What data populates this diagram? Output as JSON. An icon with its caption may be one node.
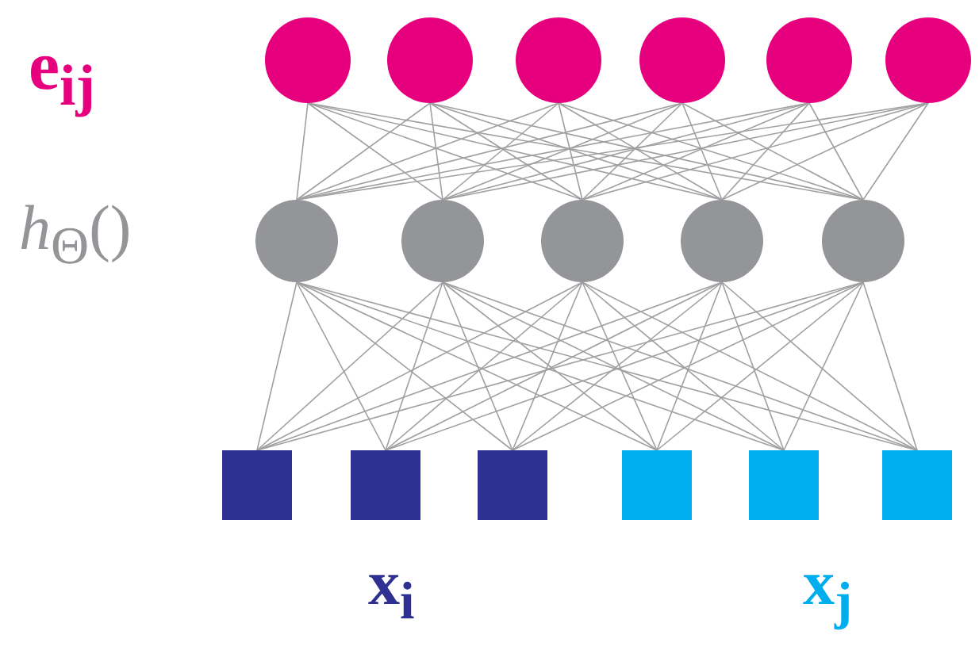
{
  "diagram": {
    "nodes": [
      {
        "text": [],
        "shape": "circle"
      },
      {
        "text": [],
        "shape": "circle"
      },
      {
        "text": [],
        "shape": "circle"
      },
      {
        "text": [],
        "shape": "circle"
      },
      {
        "text": [],
        "shape": "circle"
      },
      {
        "text": [],
        "shape": "circle"
      },
      {
        "text": [],
        "shape": "circle"
      },
      {
        "text": [],
        "shape": "circle"
      },
      {
        "text": [],
        "shape": "circle"
      },
      {
        "text": [],
        "shape": "circle"
      },
      {
        "text": [],
        "shape": "circle"
      },
      {
        "text": [],
        "shape": "box"
      },
      {
        "text": [],
        "shape": "box"
      },
      {
        "text": [],
        "shape": "box"
      },
      {
        "text": [],
        "shape": "box"
      },
      {
        "text": [],
        "shape": "box"
      },
      {
        "text": [],
        "shape": "box"
      }
    ],
    "edges": [
      {
        "from": 6,
        "to": 0,
        "arrow": "none"
      },
      {
        "from": 6,
        "to": 1,
        "arrow": "none"
      },
      {
        "from": 6,
        "to": 2,
        "arrow": "none"
      },
      {
        "from": 6,
        "to": 3,
        "arrow": "none"
      },
      {
        "from": 6,
        "to": 4,
        "arrow": "none"
      },
      {
        "from": 6,
        "to": 5,
        "arrow": "none"
      },
      {
        "from": 7,
        "to": 0,
        "arrow": "none"
      },
      {
        "from": 7,
        "to": 1,
        "arrow": "none"
      },
      {
        "from": 7,
        "to": 2,
        "arrow": "none"
      },
      {
        "from": 7,
        "to": 3,
        "arrow": "none"
      },
      {
        "from": 7,
        "to": 4,
        "arrow": "none"
      },
      {
        "from": 7,
        "to": 5,
        "arrow": "none"
      },
      {
        "from": 8,
        "to": 0,
        "arrow": "none"
      },
      {
        "from": 8,
        "to": 1,
        "arrow": "none"
      },
      {
        "from": 8,
        "to": 2,
        "arrow": "none"
      },
      {
        "from": 8,
        "to": 3,
        "arrow": "none"
      },
      {
        "from": 8,
        "to": 4,
        "arrow": "none"
      },
      {
        "from": 8,
        "to": 5,
        "arrow": "none"
      },
      {
        "from": 9,
        "to": 0,
        "arrow": "none"
      },
      {
        "from": 9,
        "to": 1,
        "arrow": "none"
      },
      {
        "from": 9,
        "to": 2,
        "arrow": "none"
      },
      {
        "from": 9,
        "to": 3,
        "arrow": "none"
      },
      {
        "from": 9,
        "to": 4,
        "arrow": "none"
      },
      {
        "from": 9,
        "to": 5,
        "arrow": "none"
      },
      {
        "from": 10,
        "to": 0,
        "arrow": "none"
      },
      {
        "from": 10,
        "to": 1,
        "arrow": "none"
      },
      {
        "from": 10,
        "to": 2,
        "arrow": "none"
      },
      {
        "from": 10,
        "to": 3,
        "arrow": "none"
      },
      {
        "from": 10,
        "to": 4,
        "arrow": "none"
      },
      {
        "from": 10,
        "to": 5,
        "arrow": "none"
      },
      {
        "from": 11,
        "to": 6,
        "arrow": "none"
      },
      {
        "from": 11,
        "to": 7,
        "arrow": "none"
      },
      {
        "from": 11,
        "to": 8,
        "arrow": "none"
      },
      {
        "from": 11,
        "to": 9,
        "arrow": "none"
      },
      {
        "from": 11,
        "to": 10,
        "arrow": "none"
      },
      {
        "from": 12,
        "to": 6,
        "arrow": "none"
      },
      {
        "from": 12,
        "to": 7,
        "arrow": "none"
      },
      {
        "from": 12,
        "to": 8,
        "arrow": "none"
      },
      {
        "from": 12,
        "to": 9,
        "arrow": "none"
      },
      {
        "from": 12,
        "to": 10,
        "arrow": "none"
      },
      {
        "from": 13,
        "to": 6,
        "arrow": "none"
      },
      {
        "from": 13,
        "to": 7,
        "arrow": "none"
      },
      {
        "from": 13,
        "to": 8,
        "arrow": "none"
      },
      {
        "from": 13,
        "to": 9,
        "arrow": "none"
      },
      {
        "from": 13,
        "to": 10,
        "arrow": "none"
      },
      {
        "from": 14,
        "to": 6,
        "arrow": "none"
      },
      {
        "from": 14,
        "to": 7,
        "arrow": "none"
      },
      {
        "from": 14,
        "to": 8,
        "arrow": "none"
      },
      {
        "from": 14,
        "to": 9,
        "arrow": "none"
      },
      {
        "from": 14,
        "to": 10,
        "arrow": "none"
      },
      {
        "from": 15,
        "to": 6,
        "arrow": "none"
      },
      {
        "from": 15,
        "to": 7,
        "arrow": "none"
      },
      {
        "from": 15,
        "to": 8,
        "arrow": "none"
      },
      {
        "from": 15,
        "to": 9,
        "arrow": "none"
      },
      {
        "from": 15,
        "to": 10,
        "arrow": "none"
      },
      {
        "from": 16,
        "to": 6,
        "arrow": "none"
      },
      {
        "from": 16,
        "to": 7,
        "arrow": "none"
      },
      {
        "from": 16,
        "to": 8,
        "arrow": "none"
      },
      {
        "from": 16,
        "to": 9,
        "arrow": "none"
      },
      {
        "from": 16,
        "to": 10,
        "arrow": "none"
      }
    ],
    "labels": [
      "e$_{ij}$",
      "*h*$_{Θ}$()",
      "x$_{i}$",
      "x$_{j}$"
    ]
  }
}
